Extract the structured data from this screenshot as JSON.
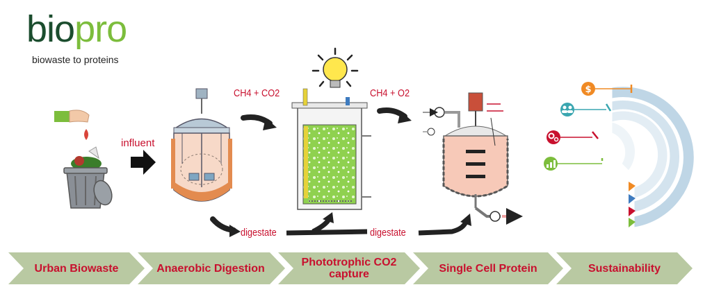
{
  "logo": {
    "part1": "bio",
    "part2": "pro",
    "tagline": "biowaste to proteins"
  },
  "labels": {
    "influent": "influent",
    "gas_ad": "CH4 + CO2",
    "gas_pt": "CH4  + O2",
    "digestate1": "digestate",
    "digestate2": "digestate"
  },
  "stages": [
    {
      "label": "Urban Biowaste"
    },
    {
      "label": "Anaerobic Digestion"
    },
    {
      "label": "Phototrophic CO2 capture"
    },
    {
      "label": "Single Cell Protein"
    },
    {
      "label": "Sustainability"
    }
  ],
  "icons": {
    "sustainability": [
      "dollar-icon",
      "people-icon",
      "gears-icon",
      "bar-chart-icon"
    ]
  },
  "colors": {
    "accent_red": "#c8102e",
    "logo_dark": "#1b4d2e",
    "logo_green": "#7cbd3c",
    "chevron": "#b9c9a2",
    "culture_green": "#8fd14f",
    "reactor_pink": "#f7c9b8"
  }
}
